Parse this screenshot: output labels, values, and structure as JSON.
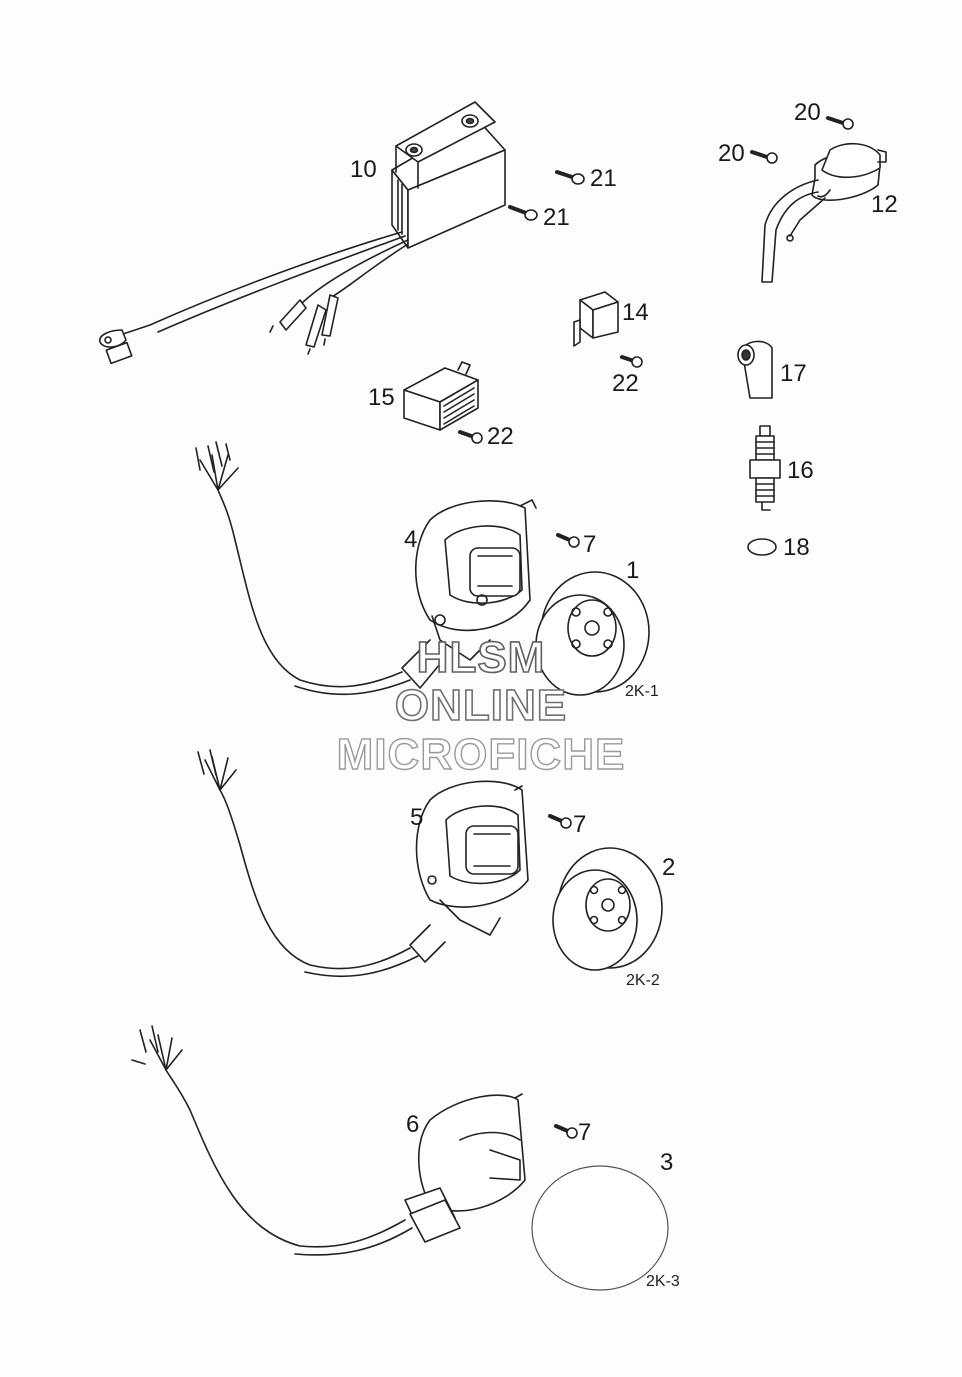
{
  "labels": {
    "p1": "1",
    "p2": "2",
    "p3": "3",
    "p4": "4",
    "p5": "5",
    "p6": "6",
    "p7a": "7",
    "p7b": "7",
    "p7c": "7",
    "p10": "10",
    "p12": "12",
    "p14": "14",
    "p15": "15",
    "p16": "16",
    "p17": "17",
    "p18": "18",
    "p20a": "20",
    "p20b": "20",
    "p21a": "21",
    "p21b": "21",
    "p22a": "22",
    "p22b": "22"
  },
  "variants": {
    "v1": "2K-1",
    "v2": "2K-2",
    "v3": "2K-3"
  },
  "watermark": {
    "line1": "HLSM",
    "line2": "ONLINE",
    "line3": "MICROFICHE"
  }
}
